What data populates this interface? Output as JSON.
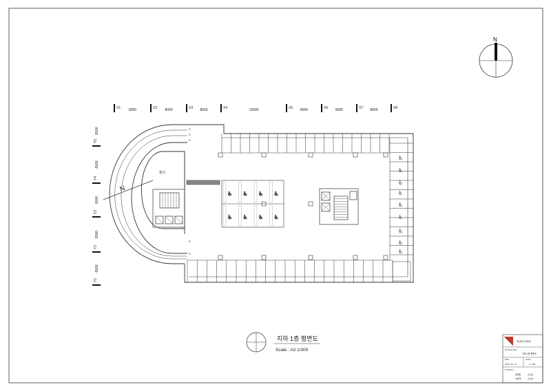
{
  "north_label": "N",
  "grid_x": [
    {
      "label": "X1",
      "dim": "8000"
    },
    {
      "label": "X2",
      "dim": "8000"
    },
    {
      "label": "X3",
      "dim": "8000"
    },
    {
      "label": "X4",
      "dim": "15000"
    },
    {
      "label": "X5",
      "dim": "8000"
    },
    {
      "label": "X6",
      "dim": "8000"
    },
    {
      "label": "X7",
      "dim": "8000"
    },
    {
      "label": "X8",
      "dim": ""
    }
  ],
  "grid_y": [
    {
      "label": "Y5",
      "dim": "8000"
    },
    {
      "label": "Y4",
      "dim": "8000"
    },
    {
      "label": "Y3",
      "dim": "8000"
    },
    {
      "label": "Y2",
      "dim": "8000"
    },
    {
      "label": "Y1",
      "dim": "8000"
    }
  ],
  "dim_top": "8000",
  "ramp_marks": [
    "S",
    "S",
    "S",
    "S",
    "S"
  ],
  "room_label": "창고",
  "plan_title": "지하 1층 평면도",
  "plan_scale": "Scale : A3 1/300",
  "title_block": {
    "project": "여산빌 C10645",
    "drawing_title_label": "Drawing Title",
    "drawing_title": "지하 1층 평면도",
    "date_label": "Date",
    "date": "2023. 06. 12",
    "scale_label": "Scale",
    "scale": "1 / 300",
    "professor_label": "Professor",
    "professors": [
      {
        "name": "권영환",
        "title": "교수님"
      },
      {
        "name": "이성택",
        "title": "교수님"
      }
    ]
  },
  "colors": {
    "line": "#333333",
    "accent": "#c0392b",
    "hatch": "#555555"
  }
}
